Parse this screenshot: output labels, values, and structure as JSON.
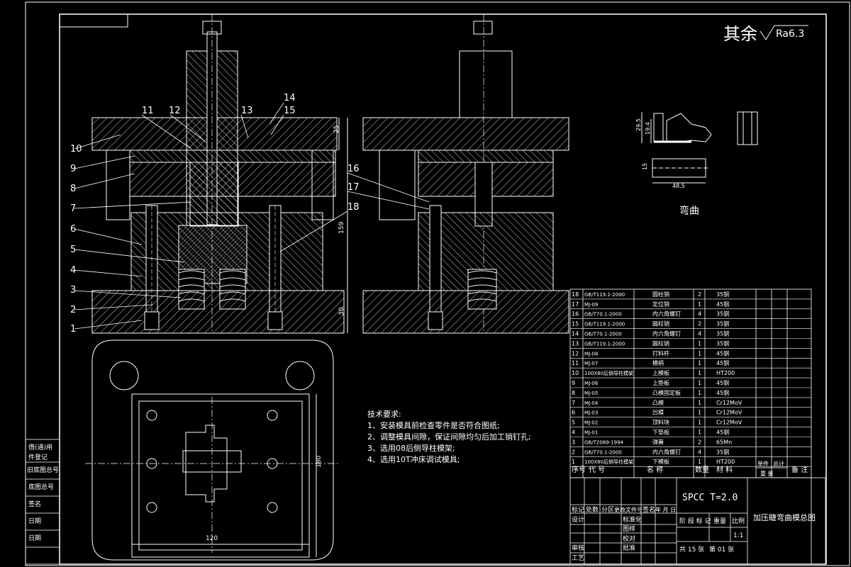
{
  "drawing": {
    "roughness_text": "其余",
    "roughness_value": "Ra6.3",
    "section_title": "弯曲",
    "material_spec": "SPCC T=2.0",
    "drawing_title": "加压睫弯曲模总图"
  },
  "leaders": [
    "1",
    "2",
    "3",
    "4",
    "5",
    "6",
    "7",
    "8",
    "9",
    "10",
    "11",
    "12",
    "13",
    "14",
    "15",
    "16",
    "17",
    "18"
  ],
  "dimensions": {
    "front_height": "159",
    "base_thick": "30",
    "top_thick": "25",
    "plan_width": "120",
    "plan_height": "180",
    "part_h1": "29.5",
    "part_h2": "19.4",
    "part_w": "48.5",
    "part_side": "15"
  },
  "tech_requirements": {
    "title": "技术要求:",
    "items": [
      "1、安装模具前检查零件是否符合图纸;",
      "2、调整模具间隙，保证间隙均匀后加工销钉孔;",
      "3、选用08后侧导柱模架;",
      "4、选用10T冲床调试模具;"
    ]
  },
  "bom": {
    "rows": [
      {
        "no": "18",
        "code": "GB/T119.1-2000",
        "name": "圆柱销",
        "qty": "2",
        "mat": "35钢"
      },
      {
        "no": "17",
        "code": "MJ-09",
        "name": "定位销",
        "qty": "1",
        "mat": "45钢"
      },
      {
        "no": "16",
        "code": "GB/T70.1-2000",
        "name": "内六角螺钉",
        "qty": "4",
        "mat": "35钢"
      },
      {
        "no": "15",
        "code": "GB/T119.1-2000",
        "name": "圆柱销",
        "qty": "2",
        "mat": "35钢"
      },
      {
        "no": "14",
        "code": "GB/T70.1-2000",
        "name": "内六角螺钉",
        "qty": "4",
        "mat": "35钢"
      },
      {
        "no": "13",
        "code": "GB/T119.1-2000",
        "name": "圆柱销",
        "qty": "1",
        "mat": "35钢"
      },
      {
        "no": "12",
        "code": "MJ-08",
        "name": "打料杆",
        "qty": "1",
        "mat": "45钢"
      },
      {
        "no": "11",
        "code": "MJ-07",
        "name": "模柄",
        "qty": "1",
        "mat": "45钢"
      },
      {
        "no": "10",
        "code": "100X80后侧导柱模架",
        "name": "上模板",
        "qty": "1",
        "mat": "HT200"
      },
      {
        "no": "9",
        "code": "MJ-06",
        "name": "上垫板",
        "qty": "1",
        "mat": "45钢"
      },
      {
        "no": "8",
        "code": "MJ-05",
        "name": "凸模固定板",
        "qty": "1",
        "mat": "45钢"
      },
      {
        "no": "7",
        "code": "MJ-04",
        "name": "凸模",
        "qty": "1",
        "mat": "Cr12MoV"
      },
      {
        "no": "6",
        "code": "MJ-03",
        "name": "凹模",
        "qty": "1",
        "mat": "Cr12MoV"
      },
      {
        "no": "5",
        "code": "MJ-02",
        "name": "顶料块",
        "qty": "1",
        "mat": "Cr12MoV"
      },
      {
        "no": "4",
        "code": "MJ-01",
        "name": "下垫板",
        "qty": "1",
        "mat": "45钢"
      },
      {
        "no": "3",
        "code": "GB/T2089-1994",
        "name": "弹簧",
        "qty": "2",
        "mat": "65Mn"
      },
      {
        "no": "2",
        "code": "GB/T70.1-2000",
        "name": "内六角螺钉",
        "qty": "4",
        "mat": "35钢"
      },
      {
        "no": "1",
        "code": "100X80后侧导柱模架",
        "name": "下模板",
        "qty": "1",
        "mat": "HT200"
      }
    ],
    "header": {
      "no": "序号",
      "code": "代    号",
      "name": "名    称",
      "qty": "数量",
      "mat": "材   料",
      "unit": "单件",
      "total": "总计",
      "weight": "重  量",
      "note": "备  注"
    }
  },
  "titleblock": {
    "marks": [
      "标记",
      "处数",
      "分区",
      "更改文件号",
      "签名",
      "年 月 日"
    ],
    "design": "设计",
    "standard": "标准化",
    "stage": "阶 段 标 记",
    "mass": "重量",
    "scale": "比例",
    "scale_val": "1:1",
    "check": "审核",
    "craft": "工艺",
    "approve": "批准",
    "pages": "共 15 张",
    "page_no": "第 01 张",
    "drawn": "图样",
    "proof": "校对"
  },
  "sidebar": {
    "items": [
      "借(通)用",
      "件登记",
      "旧底图总号",
      "底图总号",
      "签名",
      "日期",
      "日期"
    ]
  }
}
